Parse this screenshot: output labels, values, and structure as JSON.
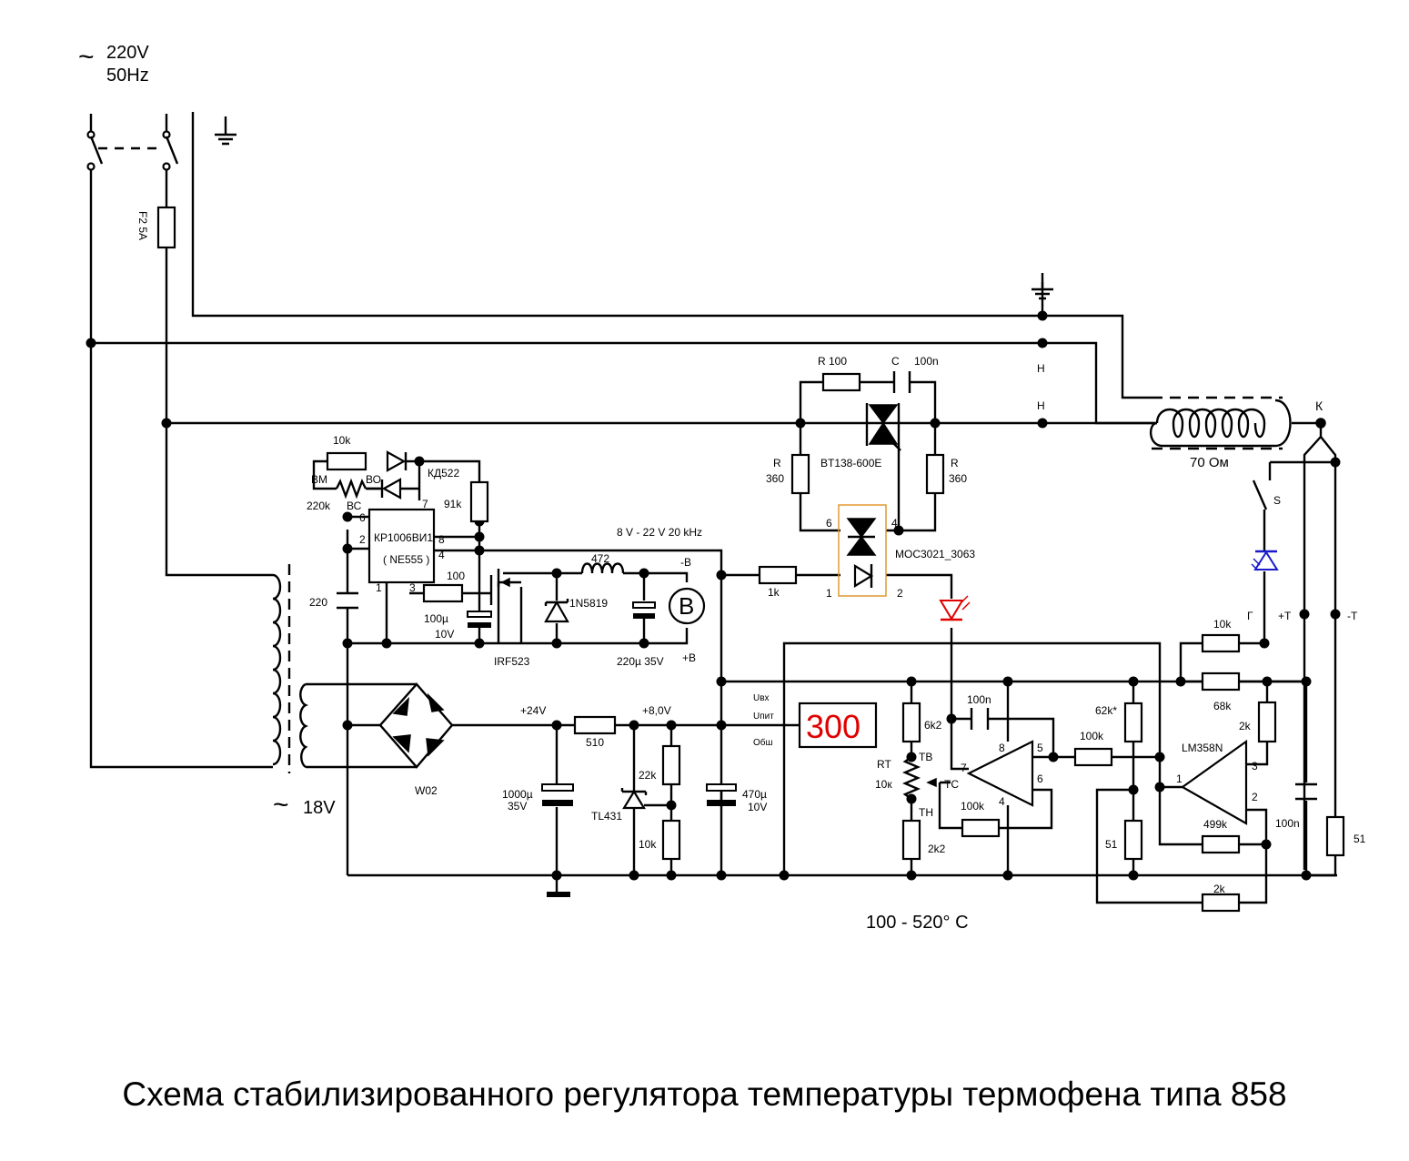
{
  "title": "Схема стабилизированного регулятора температуры термофена типа 858",
  "range_label": "100 - 520° C",
  "display_value": "300",
  "mains": {
    "voltage": "220V",
    "freq": "50Hz",
    "sym": "~"
  },
  "secondary": {
    "sym": "~",
    "voltage": "18V"
  },
  "labels": {
    "fuse": "F2  5A",
    "r100": "R  100",
    "c100n_snub": "C",
    "c100n_snub_v": "100n",
    "phase1": "Н",
    "phase2": "Н",
    "triac": "BT138-600E",
    "r360_left": "R",
    "r360_left_v": "360",
    "r360_right": "R",
    "r360_right_v": "360",
    "heater": "70 Ом",
    "k": "К",
    "switch_s": "S",
    "opto": "MOC3021_3063",
    "opto_p6": "6",
    "opto_p4": "4",
    "opto_p1": "1",
    "opto_p2": "2",
    "r1k": "1k",
    "freq_label": "8 V - 22 V  20 kHz",
    "r10k_top": "10k",
    "vm": "ВМ",
    "vo": "ВО",
    "vc": "ВС",
    "r220k": "220k",
    "kd522": "КД522",
    "r91k": "91k",
    "ic555_1": "КР1006ВИ1",
    "ic555_2": "( NE555 )",
    "p6": "6",
    "p2": "2",
    "p7": "7",
    "p8": "8",
    "p4": "4",
    "p1": "1",
    "p3": "3",
    "r100_gate": "100",
    "c220": "220",
    "c100u": "100µ",
    "c100u_v": "10V",
    "irf": "IRF523",
    "l472": "472",
    "d1n5819": "1N5819",
    "c220u": "220µ  35V",
    "fan_b": "B",
    "fan_minus": "-B",
    "fan_plus": "+B",
    "bridge": "W02",
    "v24": "+24V",
    "r510": "510",
    "v8": "+8,0V",
    "c1000u": "1000µ",
    "c1000u_v": "35V",
    "r22k": "22k",
    "tl431": "TL431",
    "r10k_div": "10k",
    "c470u": "470µ",
    "c470u_v": "10V",
    "uvx": "Uвх",
    "upit": "Uпит",
    "obsh": "Обш",
    "r6k2": "6k2",
    "rt": "RT",
    "rt_v": "10к",
    "tv": "ТВ",
    "tc": "ТС",
    "tn": "ТН",
    "r2k2": "2k2",
    "c100n_fb": "100n",
    "r100k_fb": "100k",
    "op_p7": "7",
    "op_p8": "8",
    "op_p5": "5",
    "op_p6": "6",
    "op_p4": "4",
    "r100k_mid": "100k",
    "r62k": "62k*",
    "r51_left": "51",
    "lm358": "LM358N",
    "op2_p1": "1",
    "op2_p3": "3",
    "op2_p2": "2",
    "r499k": "499k",
    "r2k_bot": "2k",
    "r10k_g": "10k",
    "r68k": "68k",
    "r2k_right": "2k",
    "g": "Г",
    "plus_t": "+T",
    "minus_t": "-T",
    "c100n_r": "100n",
    "r51_right": "51"
  },
  "colors": {
    "led_red": "#e00000",
    "led_blue": "#1a1acc",
    "opto_box": "#e09a30",
    "display_text": "#e00000"
  }
}
